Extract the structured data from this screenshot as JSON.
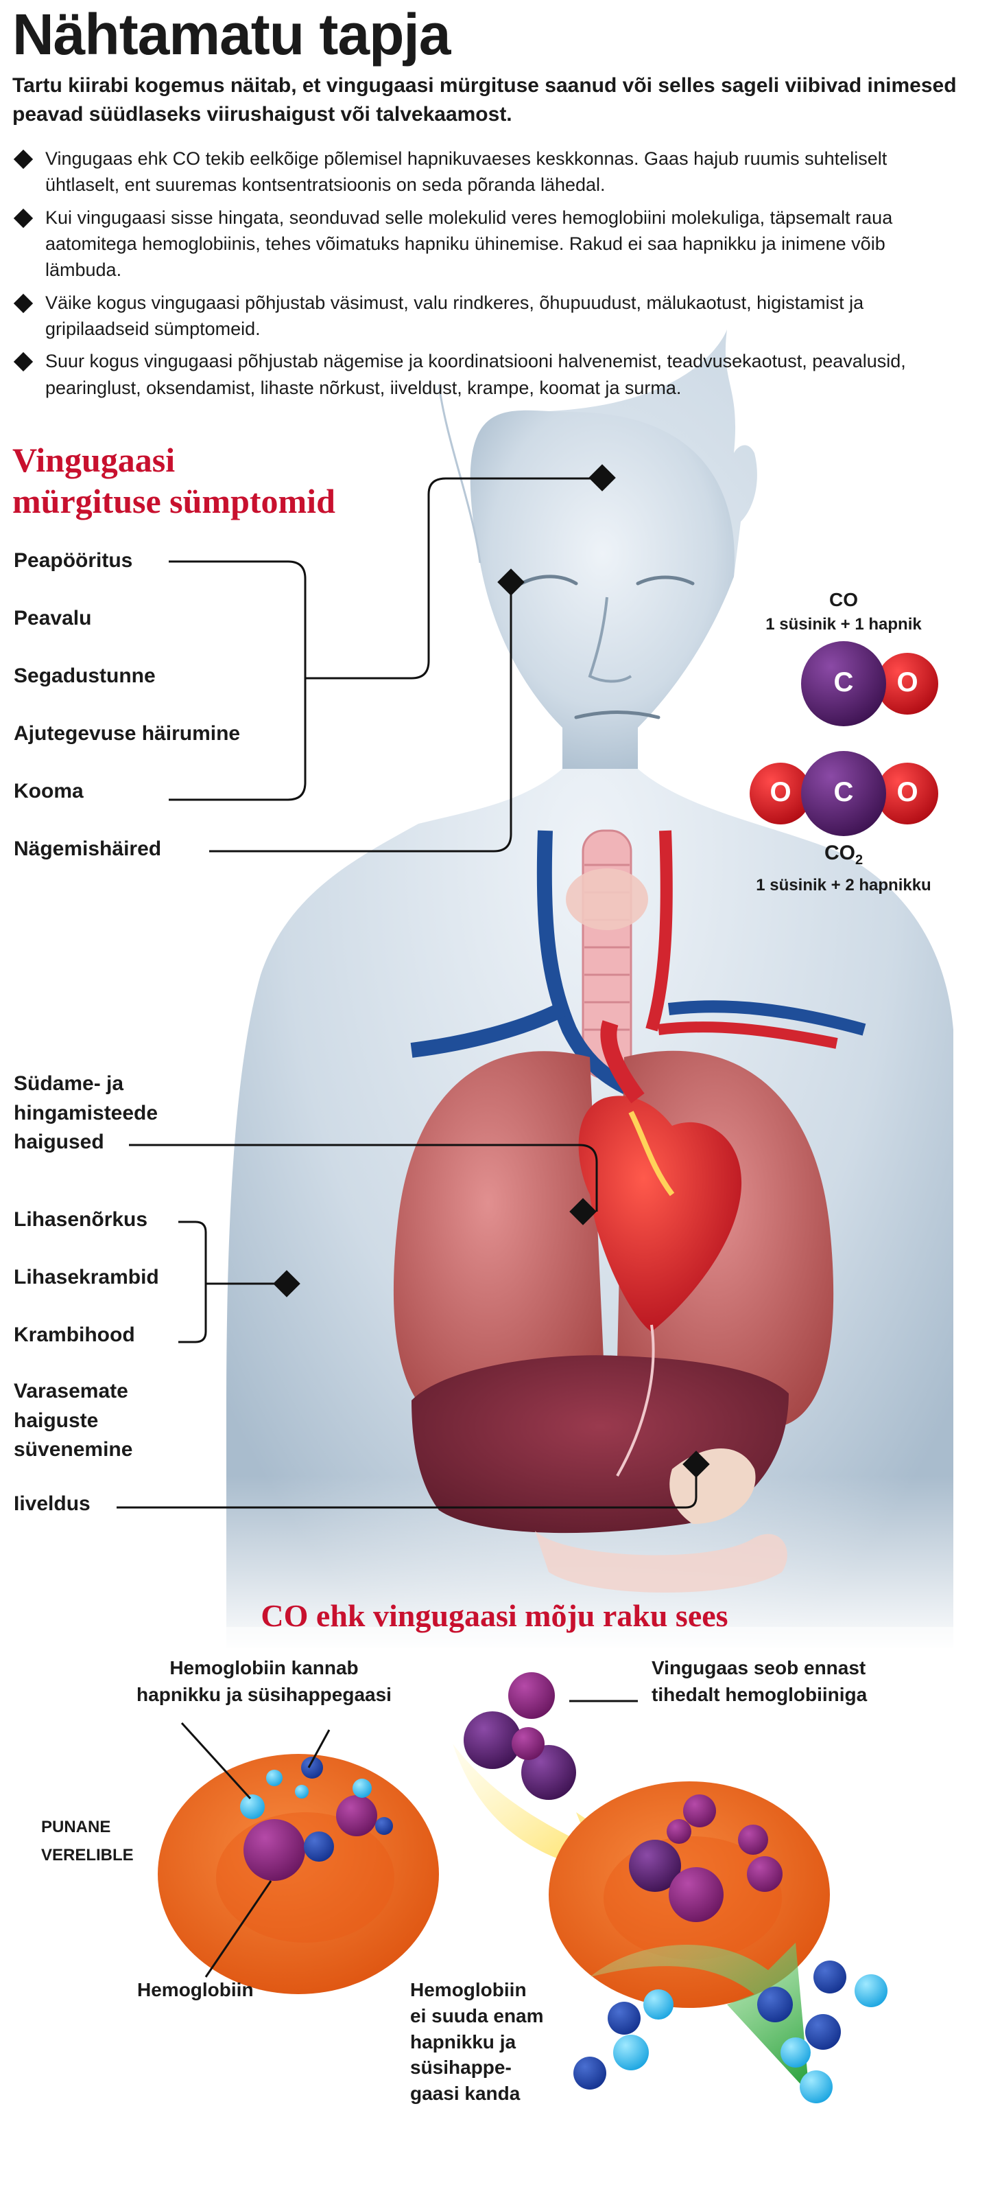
{
  "header": {
    "title": "Nähtamatu tapja",
    "lead": "Tartu kiirabi kogemus näitab, et vingugaasi mürgituse saanud või selles sageli viibivad inimesed peavad süüdlaseks viirushaigust või talvekaamost."
  },
  "facts": [
    "Vingugaas ehk CO tekib eelkõige põlemisel hapnikuvaeses keskkonnas. Gaas hajub ruumis suhteliselt ühtlaselt, ent suuremas kontsentratsioonis on seda põranda lähedal.",
    "Kui vingugaasi sisse hingata, seonduvad selle molekulid veres hemoglobiini molekuliga, täpsemalt raua aatomitega hemoglobiinis, tehes võimatuks hapniku ühinemise. Rakud ei saa hapnikku ja inimene võib lämbuda.",
    "Väike kogus vingugaasi põhjustab väsimust, valu rindkeres, õhupuudust, mälukaotust, higistamist ja gripilaadseid sümptomeid.",
    "Suur kogus vingugaasi põhjustab nägemise ja koordinatsiooni halvenemist, teadvusekaotust, peavalusid, pearinglust, oksendamist, lihaste nõrkust, iiveldust, krampe, koomat ja surma."
  ],
  "symptoms": {
    "heading_line1": "Vingugaasi",
    "heading_line2": "mürgituse sümptomid",
    "head_group": [
      "Peapööritus",
      "Peavalu",
      "Segadustunne",
      "Ajutegevuse häirumine",
      "Kooma"
    ],
    "vision": "Nägemishäired",
    "heart_lines": [
      "Südame- ja",
      "hingamisteede",
      "haigused"
    ],
    "muscle_group": [
      "Lihasenõrkus",
      "Lihasekrambid",
      "Krambihood"
    ],
    "previous_lines": [
      "Varasemate",
      "haiguste",
      "süvenemine"
    ],
    "nausea": "Iiveldus"
  },
  "molecules": {
    "co_title": "CO",
    "co_desc": "1 süsinik + 1 hapnik",
    "co2_title": "CO",
    "co2_sub": "2",
    "co2_desc": "1 süsinik + 2 hapnikku",
    "atom_c": "C",
    "atom_o": "O"
  },
  "cell": {
    "heading": "CO ehk vingugaasi mõju raku sees",
    "hemo_carries_lines": [
      "Hemoglobiin kannab",
      "hapnikku ja süsihappegaasi"
    ],
    "co_binds_lines": [
      "Vingugaas seob ennast",
      "tihedalt hemoglobiiniga"
    ],
    "rbc_lines": [
      "PUNANE",
      "VERELIBLE"
    ],
    "hemo": "Hemoglobiin",
    "hemo_cannot_lines": [
      "Hemoglobiin",
      "ei suuda enam",
      "hapnikku ja",
      "süsihappe-",
      "gaasi kanda"
    ]
  },
  "colors": {
    "accent_red": "#c8102e",
    "oxygen": "#e5202a",
    "carbon": "#5a2570",
    "cell": "#ef6a1e",
    "body": "#c3d2df"
  }
}
